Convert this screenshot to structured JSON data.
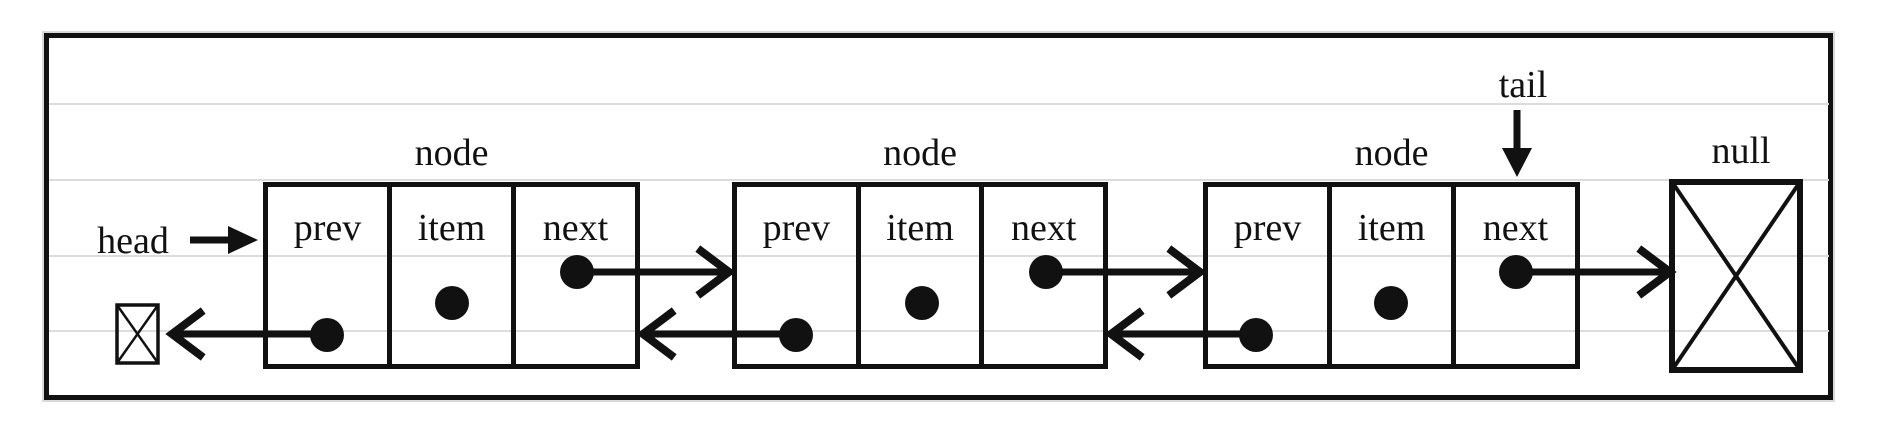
{
  "diagram": {
    "kind": "doubly linked list",
    "head_label": "head",
    "tail_label": "tail",
    "null_label": "null"
  },
  "nodes": [
    {
      "label": "node",
      "cells": [
        {
          "label": "prev"
        },
        {
          "label": "item"
        },
        {
          "label": "next"
        }
      ]
    },
    {
      "label": "node",
      "cells": [
        {
          "label": "prev"
        },
        {
          "label": "item"
        },
        {
          "label": "next"
        }
      ]
    },
    {
      "label": "node",
      "cells": [
        {
          "label": "prev"
        },
        {
          "label": "item"
        },
        {
          "label": "next"
        }
      ]
    }
  ],
  "links": [
    {
      "from": "head",
      "to": "node1"
    },
    {
      "from": "tail",
      "to": "node3.next"
    },
    {
      "from": "node1.prev",
      "to": "null"
    },
    {
      "from": "node1.next",
      "to": "node2"
    },
    {
      "from": "node2.prev",
      "to": "node1"
    },
    {
      "from": "node2.next",
      "to": "node3"
    },
    {
      "from": "node3.prev",
      "to": "node2"
    },
    {
      "from": "node3.next",
      "to": "null"
    }
  ],
  "colors": {
    "ink": "#111111",
    "background": "#ffffff",
    "gridline": "#dcdcdc"
  }
}
